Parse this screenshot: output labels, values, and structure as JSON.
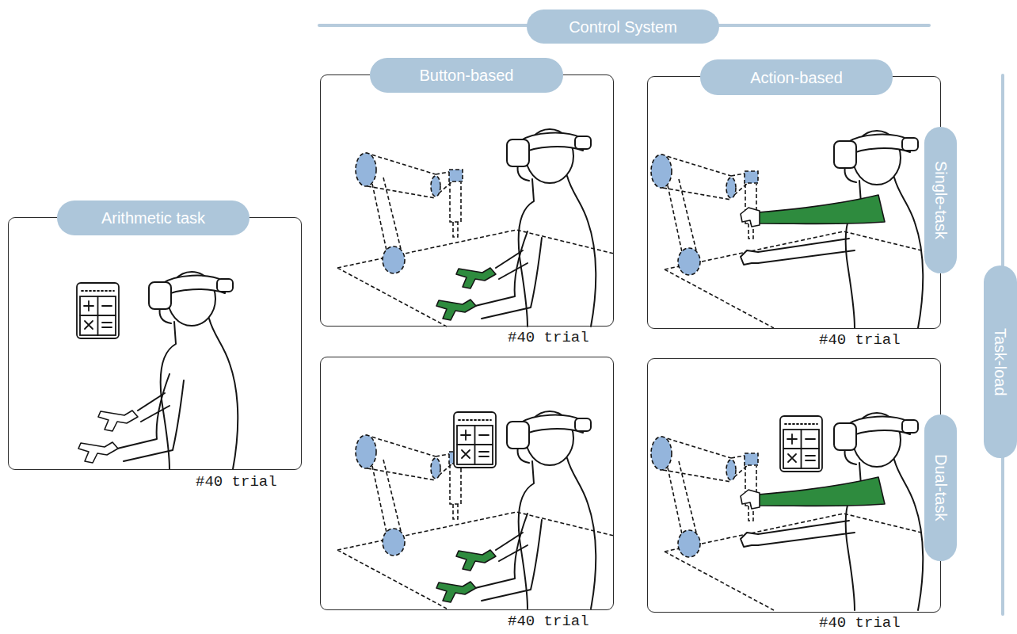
{
  "diagram": {
    "nodes": [
      {
        "text": [
          "Control System"
        ]
      },
      {
        "text": [
          "Arithmetic task",
          "#40 trial"
        ]
      },
      {
        "text": [
          "Button-based",
          "#40 trial"
        ]
      },
      {
        "text": [
          "Action-based",
          "#40 trial"
        ]
      },
      {
        "text": [
          "Single-task"
        ]
      },
      {
        "text": [
          "#40 trial"
        ]
      },
      {
        "text": [
          "#40 trial"
        ]
      },
      {
        "text": [
          "Dual-task"
        ]
      },
      {
        "text": [
          "Task-load"
        ]
      }
    ]
  }
}
